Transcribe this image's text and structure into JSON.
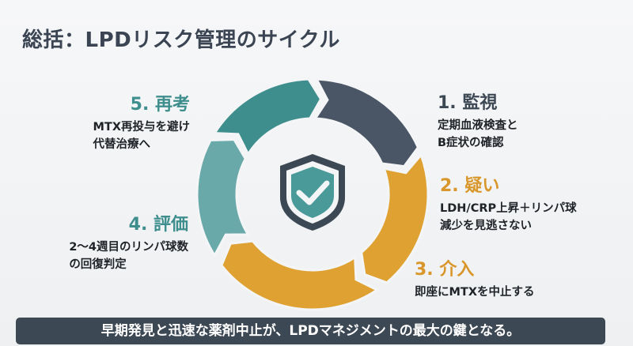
{
  "title": "総括：LPDリスク管理のサイクル",
  "steps": [
    {
      "heading": "1. 監視",
      "lines": [
        "定期血液検査と",
        "B症状の確認"
      ]
    },
    {
      "heading": "2. 疑い",
      "lines": [
        "LDH/CRP上昇＋リンパ球",
        "減少を見逃さない"
      ]
    },
    {
      "heading": "3. 介入",
      "lines": [
        "即座にMTXを中止する"
      ]
    },
    {
      "heading": "4. 評価",
      "lines": [
        "2〜4週目のリンパ球数",
        "の回復判定"
      ]
    },
    {
      "heading": "5. 再考",
      "lines": [
        "MTX再投与を避け",
        "代替治療へ"
      ]
    }
  ],
  "colors": {
    "slate": "#4a5666",
    "gold": "#dfa232",
    "teal": "#3f8e8e",
    "teal_light": "#6aa9a9",
    "text_dark": "#3d4855"
  },
  "center_icon": "shield-check-icon",
  "banner": "早期発見と迅速な薬剤中止が、LPDマネジメントの最大の鍵となる。"
}
